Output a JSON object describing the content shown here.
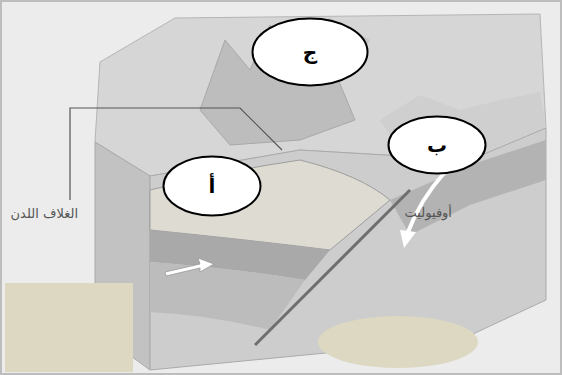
{
  "diagram": {
    "nodes": [
      {
        "text": [
          "ج"
        ]
      },
      {
        "text": [
          "ب"
        ]
      },
      {
        "text": [
          "أ"
        ]
      }
    ],
    "labels": [
      "أوفيوليت",
      "الغلاف اللدن"
    ]
  }
}
